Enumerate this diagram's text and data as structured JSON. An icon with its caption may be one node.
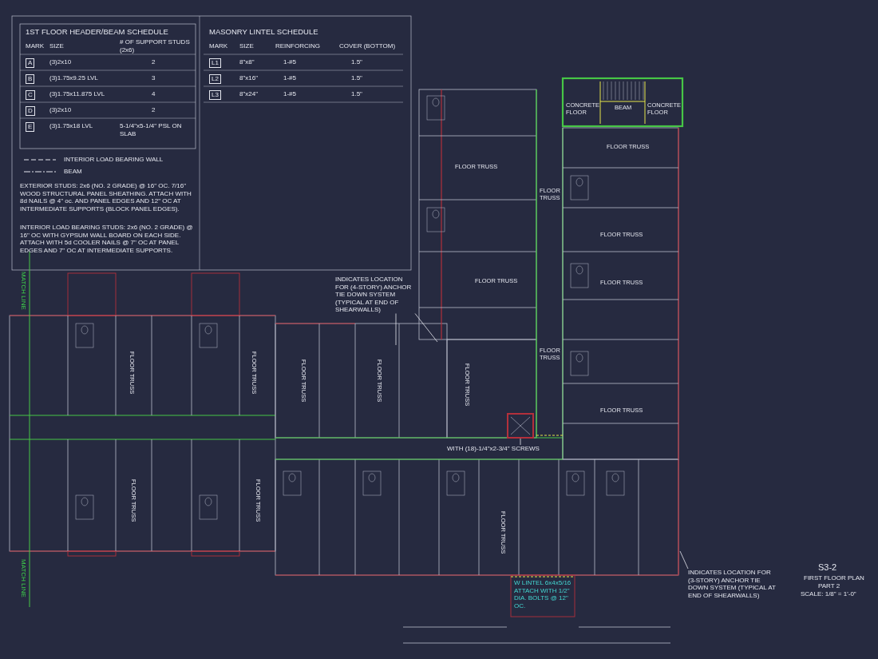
{
  "diagram": {
    "nodes": [
      {
        "text": [
          "INDICATES LOCATION FOR (4-STORY) ANCHOR TIE DOWN SYSTEM (TYPICAL AT END OF SHEARWALLS)"
        ]
      },
      {
        "text": [
          "WITH (18)-1/4\"x2-3/4\" SCREWS"
        ]
      },
      {
        "text": [
          "INDICATES LOCATION FOR (3-STORY) ANCHOR TIE DOWN SYSTEM (TYPICAL AT END OF SHEARWALLS)"
        ]
      }
    ],
    "edges": [
      {
        "from": 0,
        "to": null,
        "arrow": "none"
      },
      {
        "from": 0,
        "to": null,
        "arrow": "none"
      },
      {
        "from": 1,
        "to": null,
        "arrow": "none"
      },
      {
        "from": 2,
        "to": null,
        "arrow": "none"
      }
    ],
    "labels": [
      "1ST FLOOR HEADER/BEAM SCHEDULE",
      "MARK",
      "SIZE",
      "# OF SUPPORT STUDS (2x6)",
      "A",
      "(3)2x10",
      "2",
      "B",
      "(3)1.75x9.25 LVL",
      "3",
      "C",
      "(3)1.75x11.875 LVL",
      "4",
      "D",
      "(3)2x10",
      "2",
      "E",
      "(3)1.75x18 LVL",
      "5-1/4\"x5-1/4\" PSL ON SLAB",
      "MASONRY LINTEL SCHEDULE",
      "MARK",
      "SIZE",
      "REINFORCING",
      "COVER (BOTTOM)",
      "L1",
      "8\"x8\"",
      "1-#5",
      "1.5\"",
      "L2",
      "8\"x16\"",
      "1-#5",
      "1.5\"",
      "L3",
      "8\"x24\"",
      "1-#5",
      "1.5\"",
      "EXTERIOR STUDS: 2x6 (NO. 2 GRADE) @ 16\" OC. 7/16\" WOOD STRUCTURAL PANEL SHEATHING. ATTACH WITH 8d NAILS @ 4\" oc. AND PANEL EDGES AND 12\" OC AT INTERMEDIATE SUPPORTS (BLOCK PANEL EDGES).",
      "INTERIOR LOAD BEARING STUDS: 2x6 (NO. 2 GRADE) @ 16\" OC WITH GYPSUM WALL BOARD ON EACH SIDE. ATTACH WITH 5d COOLER NAILS @ 7\" OC AT PANEL EDGES AND 7\" OC AT INTERMEDIATE SUPPORTS.",
      "CONCRETE FLOOR",
      "BEAM",
      "CONCRETE FLOOR",
      "FLOOR TRUSS",
      "FLOOR TRUSS",
      "FLOOR TRUSS",
      "FLOOR TRUSS",
      "FLOOR TRUSS",
      "FLOOR TRUSS",
      "FLOOR TRUSS",
      "FLOOR TRUSS",
      "FLOOR TRUSS",
      "FLOOR TRUSS",
      "FLOOR TRUSS",
      "FLOOR TRUSS",
      "FLOOR TRUSS",
      "FLOOR TRUSS",
      "FLOOR TRUSS",
      "FLOOR TRUSS",
      "MATCH LINE",
      "MATCH LINE",
      "W LINTEL 6x4x5/16 ATTACH WITH 1/2\" DIA. BOLTS @ 12\" OC.",
      "S3-2",
      "FIRST FLOOR PLAN",
      "PART 2",
      "SCALE: 1/8\" = 1'-0\""
    ],
    "legend": [
      {
        "text": "INTERIOR LOAD BEARING WALL"
      },
      {
        "text": "BEAM"
      }
    ]
  }
}
